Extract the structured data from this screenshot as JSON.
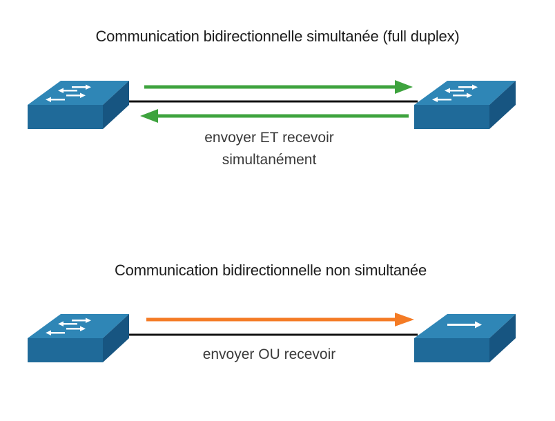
{
  "colors": {
    "switch_top": "#2f86b6",
    "switch_front": "#1f6a99",
    "switch_side": "#175581",
    "switch_arrow": "#ffffff",
    "link": "#111111",
    "full_duplex_arrow": "#3ea33e",
    "half_duplex_arrow": "#f47b25"
  },
  "full_duplex": {
    "title": "Communication bidirectionnelle simultanée (full duplex)",
    "caption_line1": "envoyer ET recevoir",
    "caption_line2": "simultanément"
  },
  "half_duplex": {
    "title": "Communication bidirectionnelle non simultanée",
    "caption": "envoyer OU recevoir"
  },
  "icons": {
    "switch": "network-switch-icon",
    "arrow_right": "arrow-right-icon",
    "arrow_left": "arrow-left-icon"
  }
}
